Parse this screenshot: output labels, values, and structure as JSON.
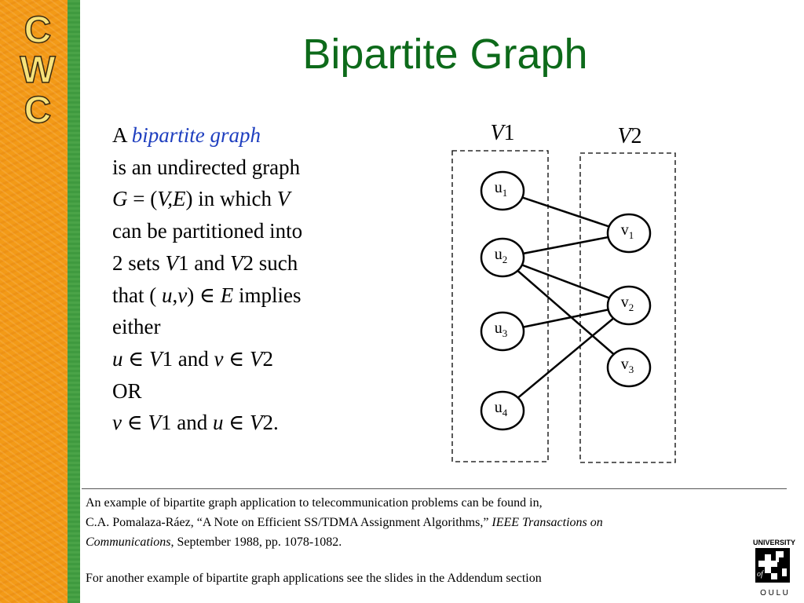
{
  "sidebar": {
    "logo_letters": [
      "C",
      "W",
      "C"
    ],
    "brand_color": "#f39a17",
    "stripe_color": "#4aa347"
  },
  "title": "Bipartite Graph",
  "body": {
    "l1_a": "A ",
    "l1_b": "bipartite graph",
    "l2": "is an undirected graph",
    "l3_a": "G",
    "l3_b": " = (",
    "l3_c": "V,E",
    "l3_d": ") in which ",
    "l3_e": "V",
    "l4": "can be partitioned into",
    "l5_a": "2 sets ",
    "l5_b": "V",
    "l5_c": "1 and ",
    "l5_d": "V",
    "l5_e": "2 such",
    "l6_a": "that ( ",
    "l6_b": "u",
    "l6_c": ",",
    "l6_d": "v",
    "l6_e": ")  ∈ ",
    "l6_f": "E",
    "l6_g": " implies",
    "l7": "either",
    "l8_a": "u",
    "l8_b": "  ∈ ",
    "l8_c": "V",
    "l8_d": "1 and ",
    "l8_e": "v",
    "l8_f": "  ∈ ",
    "l8_g": "V",
    "l8_h": "2",
    "l9": "OR",
    "l10_a": "v",
    "l10_b": "  ∈ ",
    "l10_c": "V",
    "l10_d": "1  and ",
    "l10_e": "u",
    "l10_f": "  ∈ ",
    "l10_g": "V",
    "l10_h": "2."
  },
  "graph": {
    "set_labels": [
      {
        "italic": "V",
        "rest": "1"
      },
      {
        "italic": "V",
        "rest": "2"
      }
    ],
    "left_nodes": [
      {
        "base": "u",
        "sub": "1"
      },
      {
        "base": "u",
        "sub": "2"
      },
      {
        "base": "u",
        "sub": "3"
      },
      {
        "base": "u",
        "sub": "4"
      }
    ],
    "right_nodes": [
      {
        "base": "v",
        "sub": "1"
      },
      {
        "base": "v",
        "sub": "2"
      },
      {
        "base": "v",
        "sub": "3"
      }
    ],
    "edges": [
      [
        "u1",
        "v1"
      ],
      [
        "u2",
        "v1"
      ],
      [
        "u2",
        "v2"
      ],
      [
        "u2",
        "v3"
      ],
      [
        "u3",
        "v2"
      ],
      [
        "u4",
        "v2"
      ]
    ]
  },
  "footer": {
    "p1_l1": "An example of bipartite graph application to telecommunication problems can be found in,",
    "p1_l2_a": "C.A. Pomalaza-Ráez, “A Note on Efficient SS/TDMA Assignment Algorithms,” ",
    "p1_l2_b": "IEEE Transactions on",
    "p1_l3_a": "Communications",
    "p1_l3_b": ", September 1988, pp. 1078-1082.",
    "p2": "For another example of bipartite graph applications see the slides in the Addendum section"
  },
  "university_logo": {
    "top_text": "UNIVERSITY",
    "of_text": "of",
    "bottom_text": "O U L U"
  }
}
